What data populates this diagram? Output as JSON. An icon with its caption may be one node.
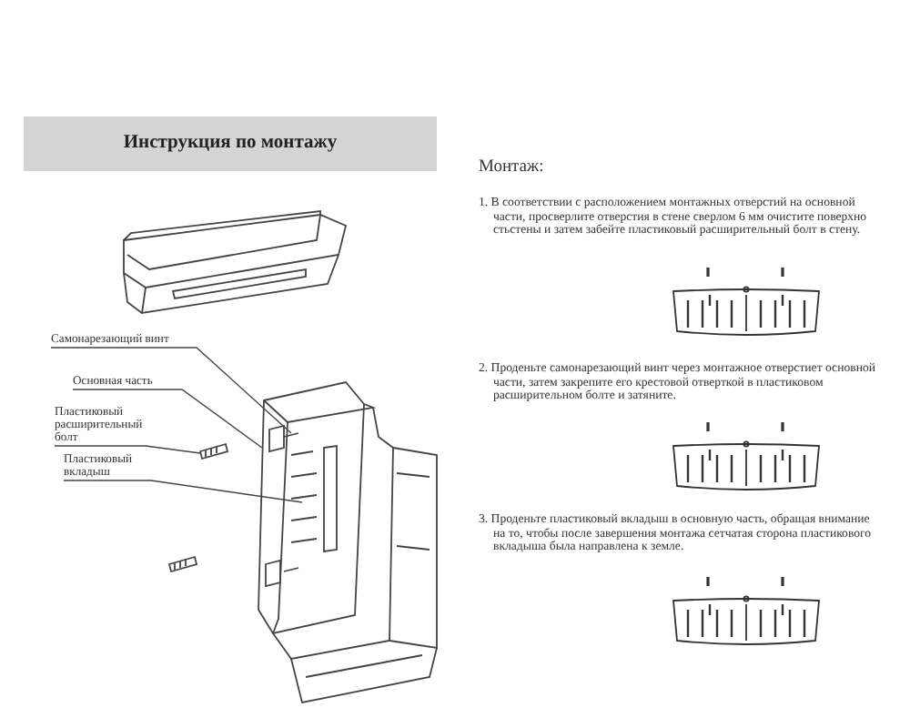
{
  "diagram": {
    "title": "Инструкция по монтажу",
    "nodes": [
      {
        "text": [
          "Самонарезающий винт"
        ]
      },
      {
        "text": [
          "Основная часть"
        ]
      },
      {
        "text": [
          "Пластиковый расширительный болт"
        ]
      },
      {
        "text": [
          "Пластиковый вкладыш"
        ]
      },
      {
        "text": [],
        "shape": "picture"
      },
      {
        "text": [],
        "shape": "picture"
      }
    ],
    "edges": [
      {
        "from": 0,
        "to": 4,
        "arrow": "none"
      },
      {
        "from": 1,
        "to": 4,
        "arrow": "none"
      },
      {
        "from": 2,
        "to": 5,
        "arrow": "none"
      },
      {
        "from": 3,
        "to": 4,
        "arrow": "none"
      }
    ],
    "labels": [
      "Монтаж:",
      "1. В соответствии с расположением монтажных отверстий на основной части, просверлите отверстия в стене сверлом 6 мм очистите поверхно стьстены и затем забейте пластиковый расширительный болт в стену.",
      "2. Проденьте самонарезающий винт через монтажное отверстиет основной части, затем закрепите его крестовой отверткой в пластиковом расширительном болте и затяните.",
      "3. Проденьте пластиковый вкладыш в основную часть, обращая внимание на то, чтобы после завершения монтажа сетчатая сторона пластикового вкладыша была направлена к земле."
    ]
  }
}
